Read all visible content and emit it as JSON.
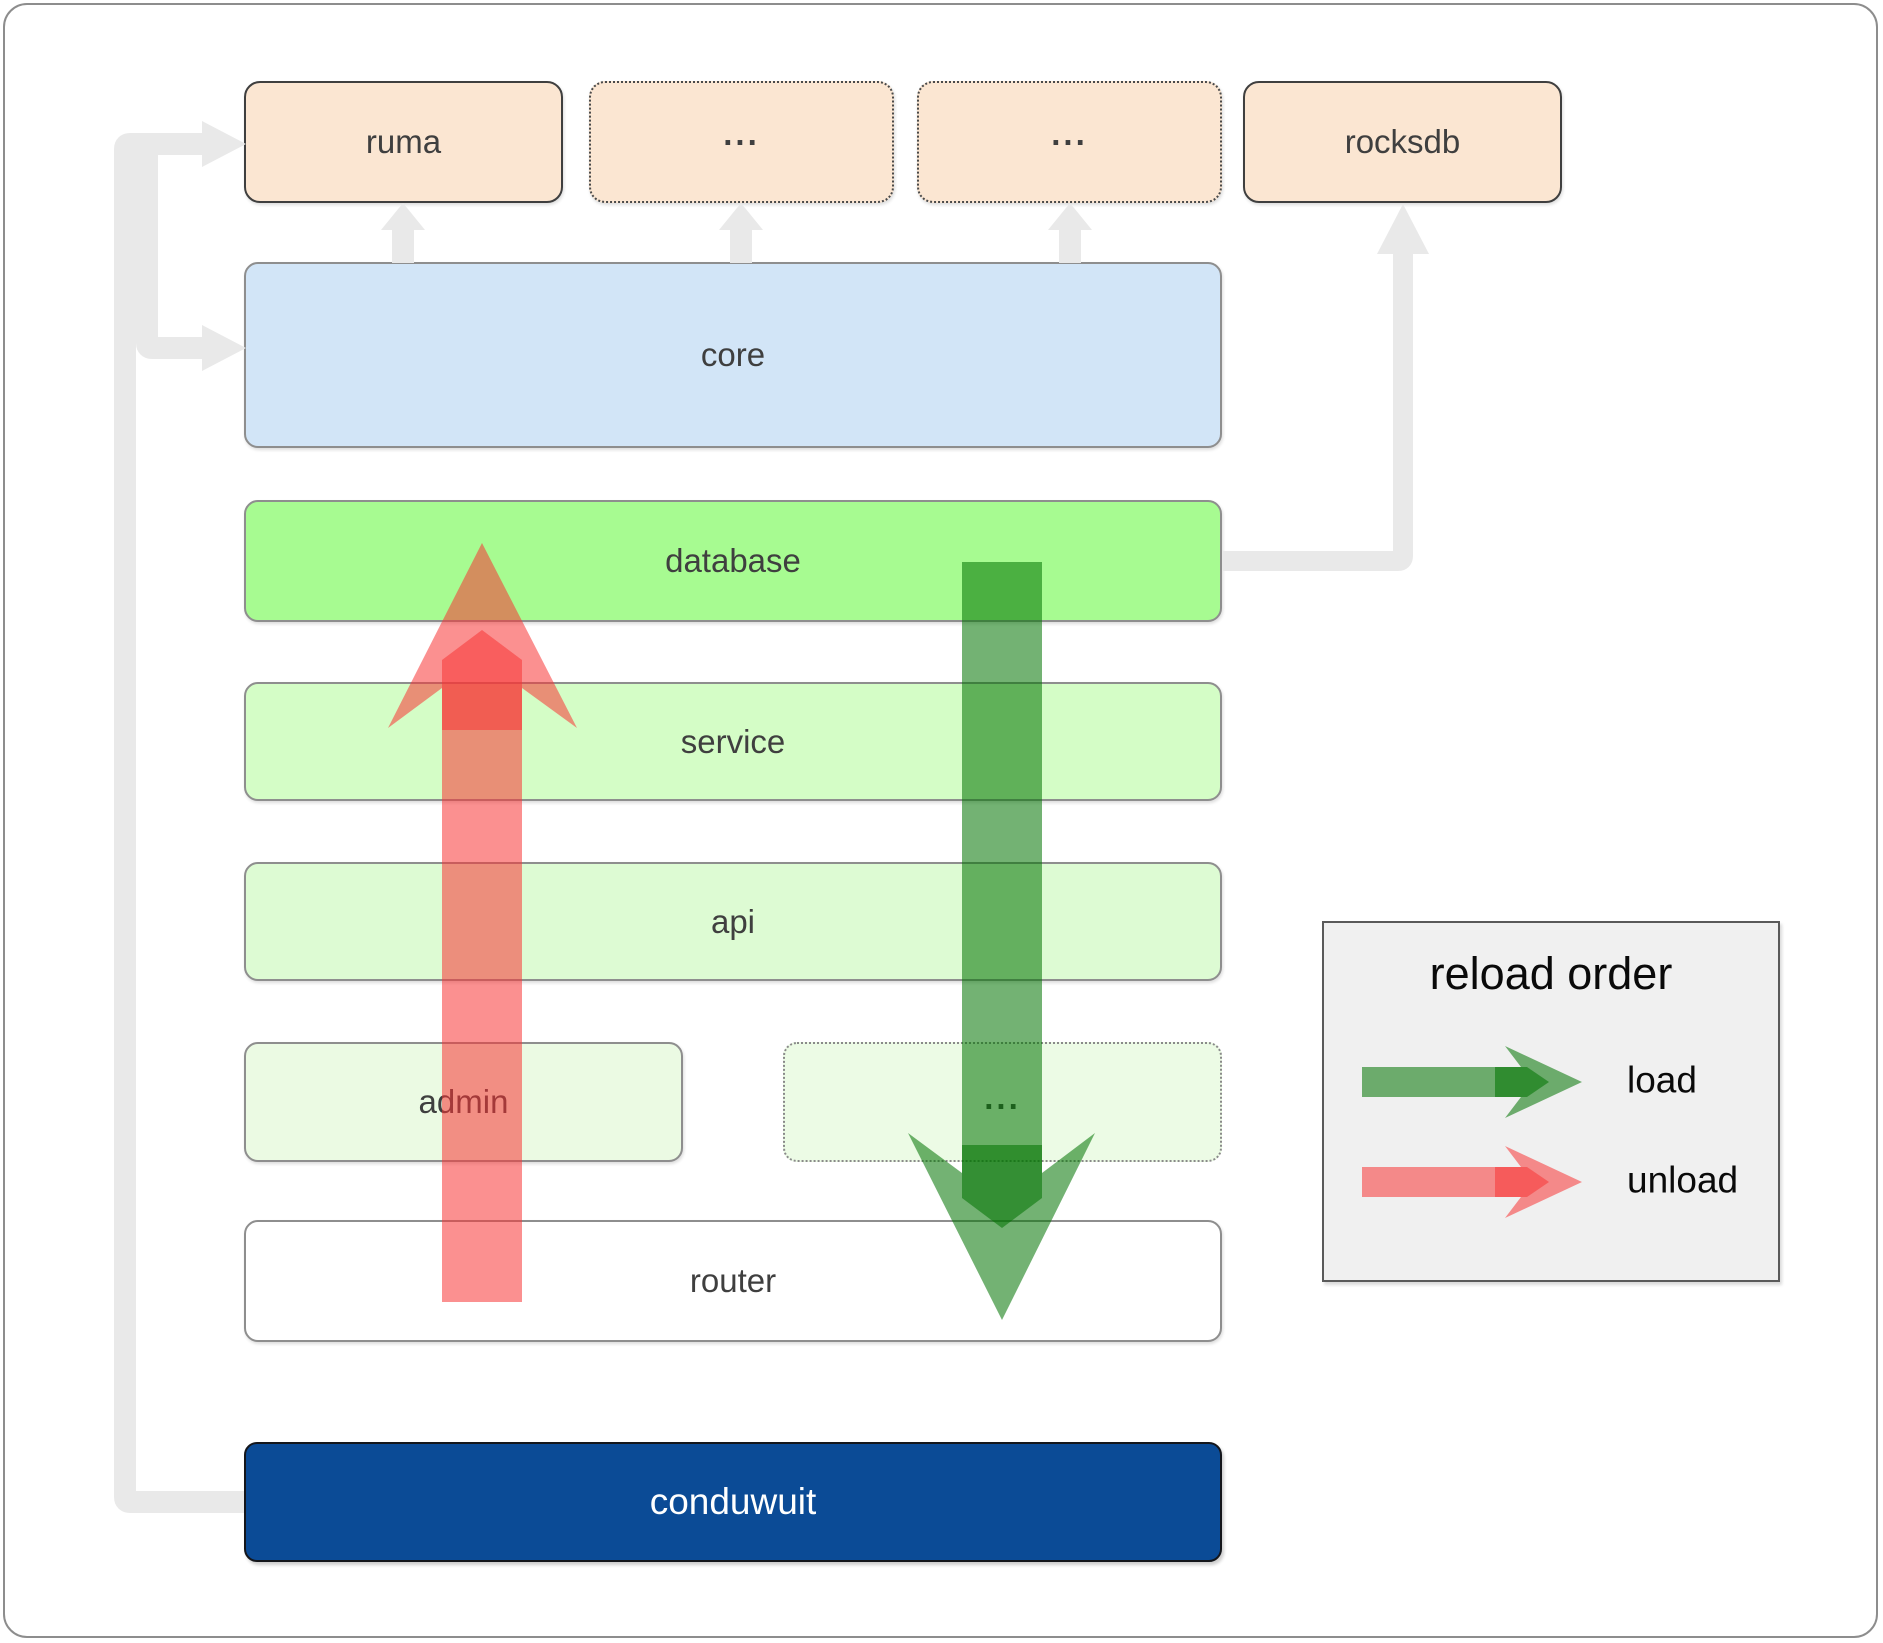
{
  "boxes": {
    "ruma": {
      "label": "ruma"
    },
    "deps_a": {
      "label": "..."
    },
    "deps_b": {
      "label": "..."
    },
    "rocksdb": {
      "label": "rocksdb"
    },
    "core": {
      "label": "core"
    },
    "database": {
      "label": "database"
    },
    "service": {
      "label": "service"
    },
    "api": {
      "label": "api"
    },
    "admin": {
      "label": "admin"
    },
    "admin_more": {
      "label": "..."
    },
    "router": {
      "label": "router"
    },
    "conduwuit": {
      "label": "conduwuit"
    }
  },
  "legend": {
    "title": "reload order",
    "items": [
      {
        "label": "load",
        "color": "#007300"
      },
      {
        "label": "unload",
        "color": "#f73535"
      }
    ]
  },
  "colors": {
    "load_arrow": "#007300",
    "unload_arrow": "#f73535",
    "connector_gray": "#e9e9e9",
    "peach_fill": "#fbe6d2",
    "core_fill": "#d2e5f7",
    "database_fill": "#a7fb91",
    "service_fill": "#d4fdc6",
    "api_fill": "#ddfbd3",
    "admin_fill": "#ebfae3",
    "conduwuit_fill": "#0b4b96",
    "legend_fill": "#f0f0f0"
  }
}
